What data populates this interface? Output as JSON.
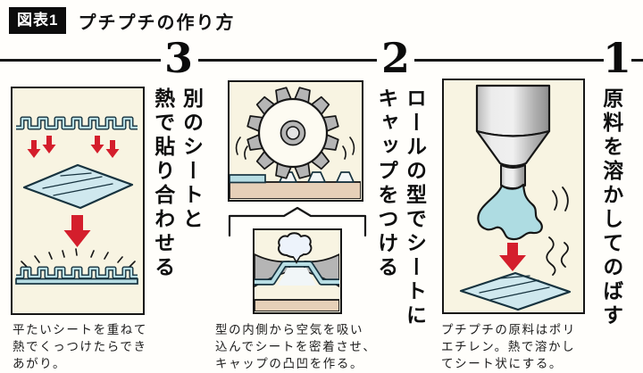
{
  "header": {
    "badge": "図表1",
    "title": "プチプチの作り方"
  },
  "steps": [
    {
      "number": "1",
      "headline": "原料を溶かしてのばす",
      "caption": "プチプチの原料はポリ\nエチレン。熱で溶かし\nてシート状にする。"
    },
    {
      "number": "2",
      "headline": "ロールの型でシートに\nキャップをつける",
      "caption": "型の内側から空気を吸い\n込んでシートを密着させ、\nキャップの凸凹を作る。"
    },
    {
      "number": "3",
      "headline": "別のシートと\n熱で貼り合わせる",
      "caption": "平たいシートを重ねて\n熱でくっつけたらでき\nあがり。"
    }
  ],
  "colors": {
    "panel_bg": "#f8f4e2",
    "ink": "#161616",
    "sheet_blue": "#b7dde3",
    "sheet_fill": "#cfe8ee",
    "sheet_outline": "#17333f",
    "arrow_red": "#d41e2c",
    "machine_gray": "#b5b5b5",
    "belt_tan": "#e6d0b8",
    "blob_blue": "#aedce2"
  }
}
